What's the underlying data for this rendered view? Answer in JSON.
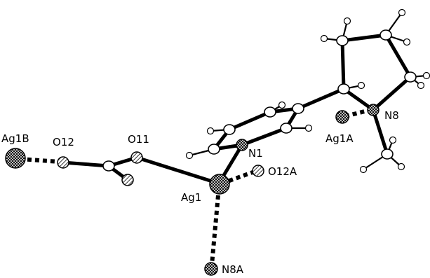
{
  "atom_labels": {
    "ag1b": "Ag1B",
    "o12": "O12",
    "o11": "O11",
    "n1": "N1",
    "ag1": "Ag1",
    "o12a": "O12A",
    "n8a": "N8A",
    "ag1a": "Ag1A",
    "n8": "N8"
  },
  "colors": {
    "background": "#ffffff",
    "ink": "#000000"
  }
}
